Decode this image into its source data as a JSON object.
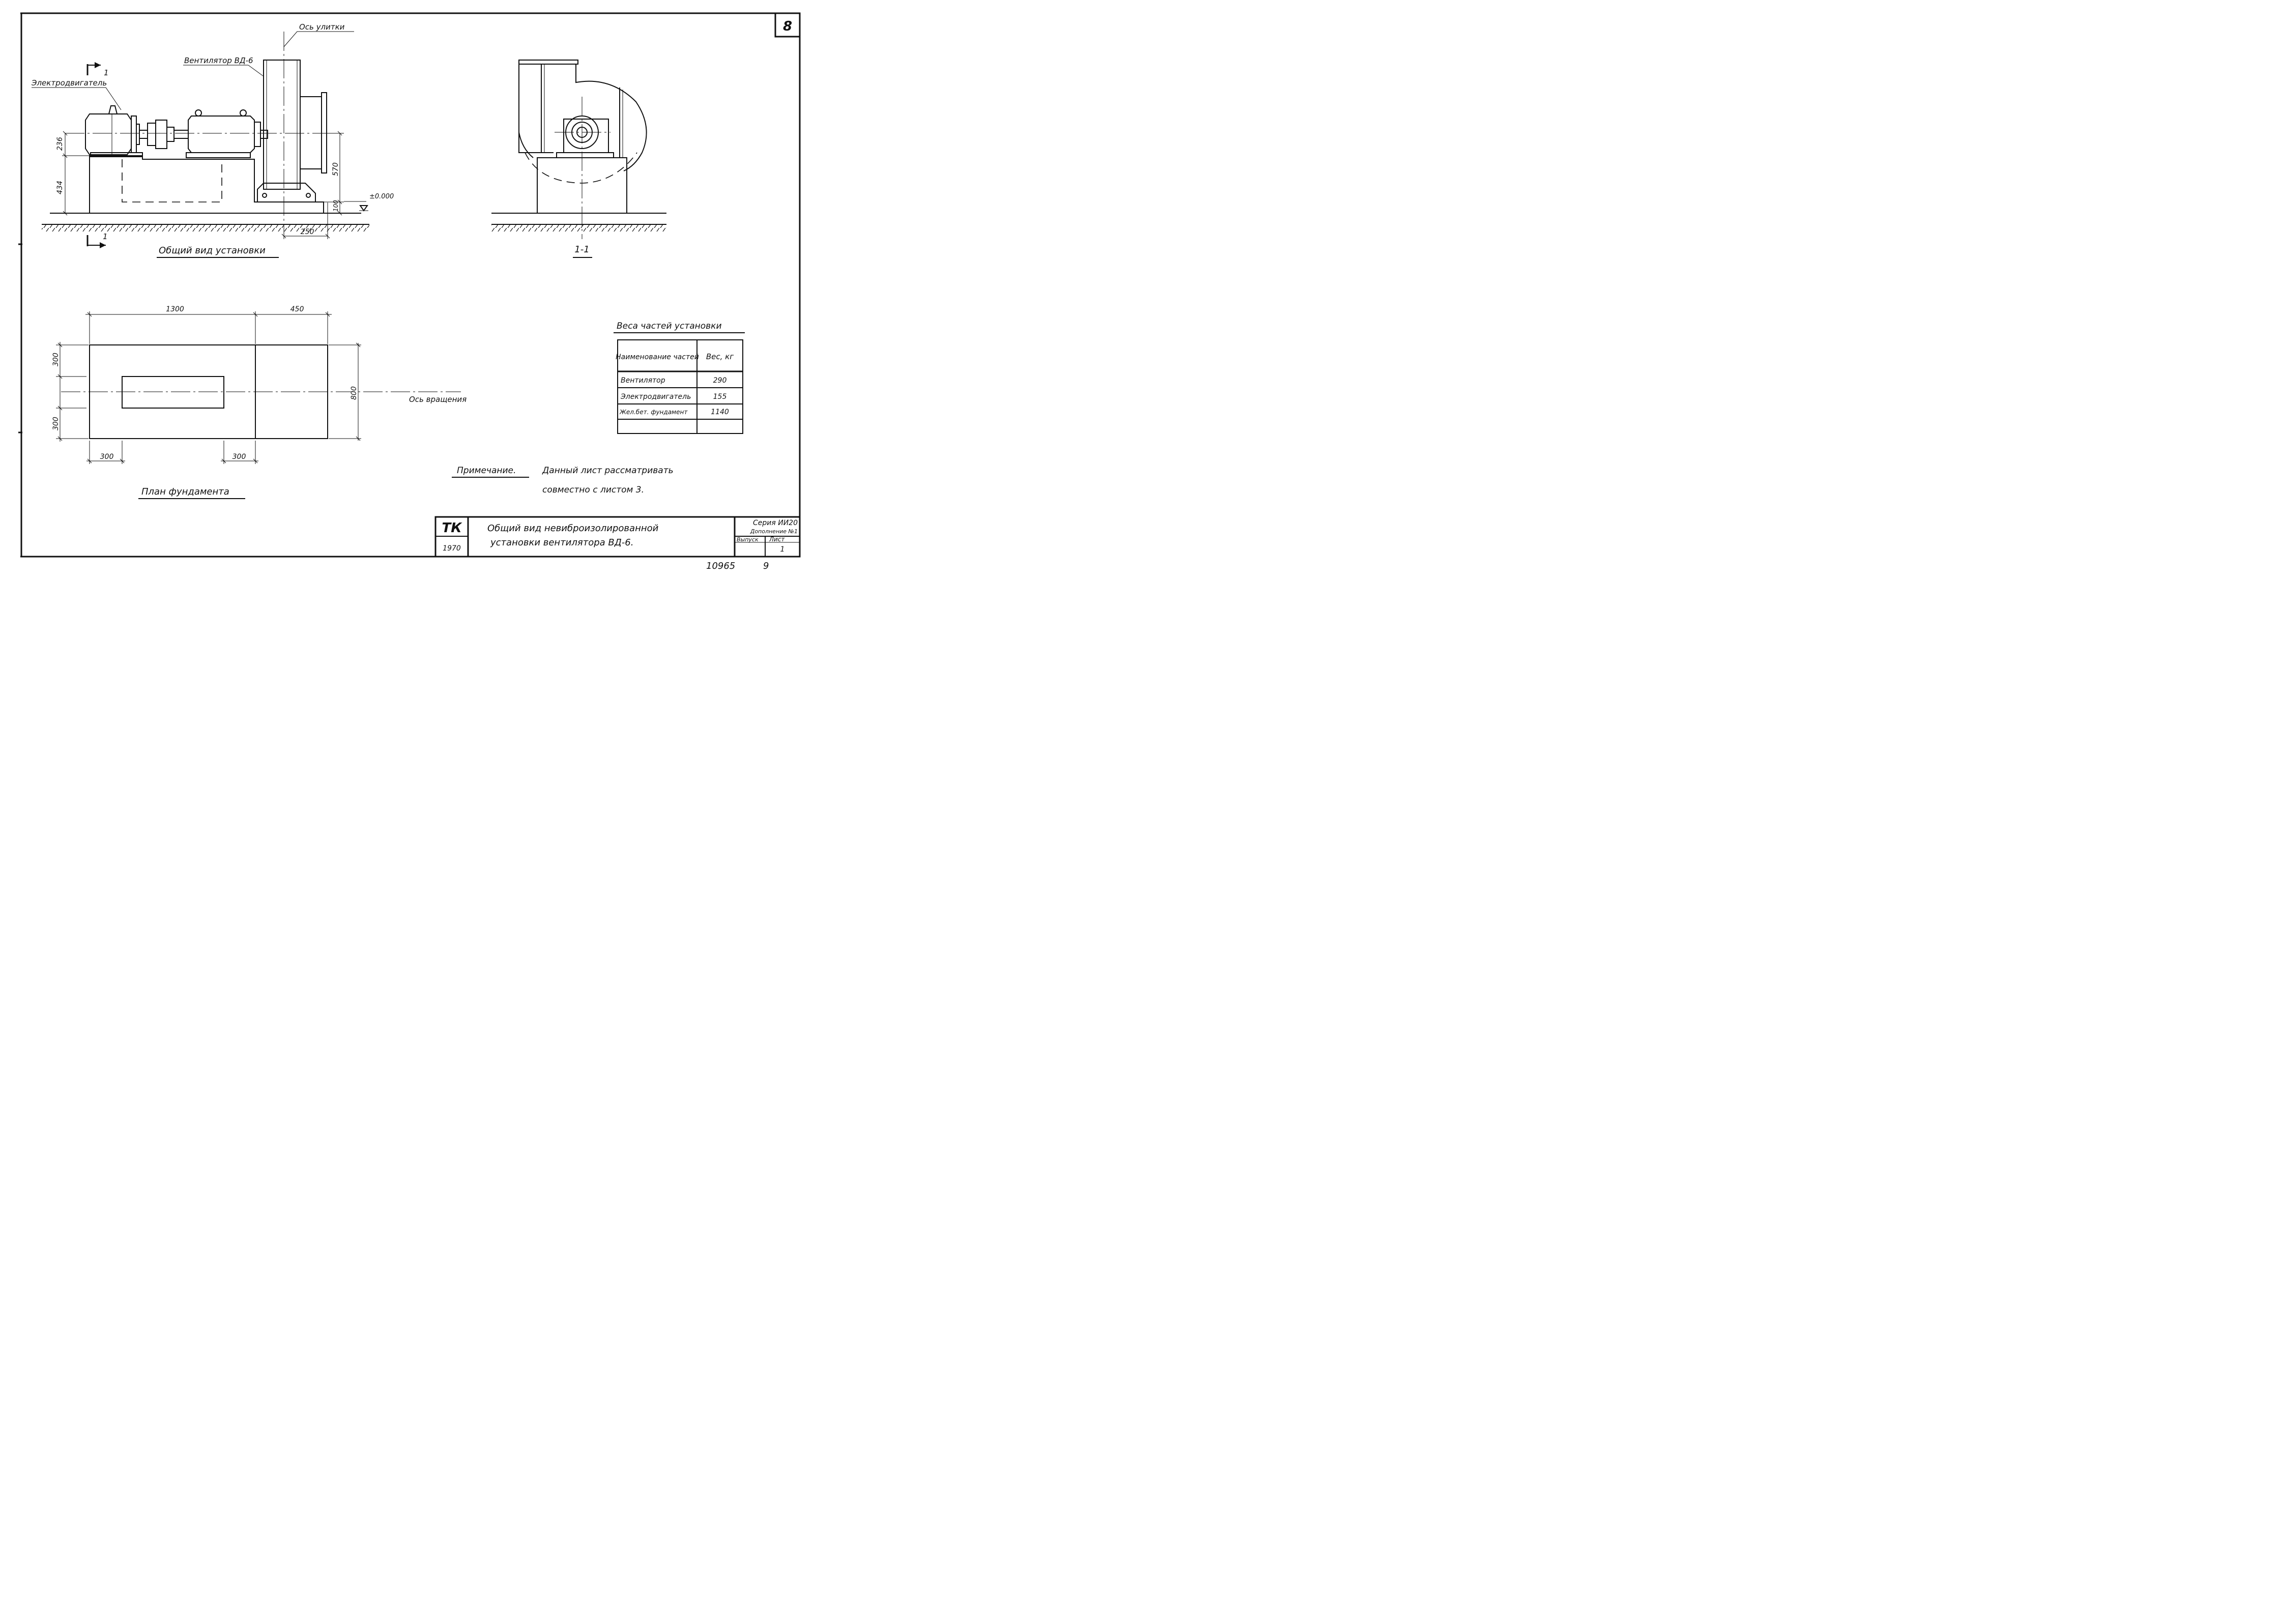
{
  "sheet_number": "8",
  "views": {
    "general": {
      "title": "Общий вид установки",
      "labels": {
        "motor": "Электродвигатель",
        "fan": "Вентилятор ВД-6",
        "volute_axis": "Ось улитки",
        "section_mark_top": "1",
        "section_mark_bottom": "1",
        "level": "±0.000"
      },
      "dimensions": {
        "shaft_height": "236",
        "foundation_height": "434",
        "fan_outlet": "570",
        "plinth": "100",
        "offset": "250"
      }
    },
    "section": {
      "title": "1-1"
    },
    "plan": {
      "title": "План фундамента",
      "rotation_axis": "Ось вращения",
      "dimensions": {
        "length_main": "1300",
        "length_fan": "450",
        "width": "800",
        "edge_top": "300",
        "edge_bottom": "300",
        "recess_left": "300",
        "recess_right": "300"
      }
    }
  },
  "weights_table": {
    "title": "Веса частей установки",
    "headers": [
      "Наименование частей",
      "Вес, кг"
    ],
    "rows": [
      {
        "name": "Вентилятор",
        "weight": "290"
      },
      {
        "name": "Электродвигатель",
        "weight": "155"
      },
      {
        "name": "Жел.бет. фундамент",
        "weight": "1140"
      },
      {
        "name": "",
        "weight": ""
      }
    ]
  },
  "note": {
    "label": "Примечание.",
    "line1": "Данный лист рассматривать",
    "line2": "совместно с листом 3."
  },
  "title_block": {
    "org": "ТК",
    "year": "1970",
    "title_line1": "Общий вид невиброизолированной",
    "title_line2": "установки вентилятора ВД-6.",
    "series": "Серия ИИ20",
    "supplement": "Дополнение №1",
    "issue_label": "Выпуск",
    "sheet_label": "Лист",
    "sheet_value": "1"
  },
  "footer": {
    "archive_number": "10965",
    "page": "9"
  }
}
